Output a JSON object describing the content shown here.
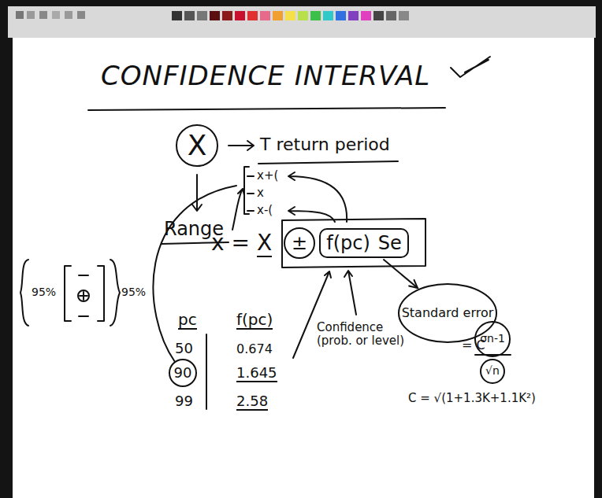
{
  "diagram": {
    "title": "CONFIDENCE INTERVAL",
    "nodes": [
      {
        "text": [
          "X"
        ]
      },
      {
        "text": [
          "f(pc)",
          "Se"
        ]
      },
      {
        "text": [
          "Standard error"
        ]
      },
      {
        "text": [
          "90"
        ]
      },
      {
        "text": [
          "±"
        ]
      },
      {
        "text": [
          "σn-1"
        ]
      },
      {
        "text": [
          "√n"
        ]
      }
    ],
    "edges": [
      {
        "from": 1,
        "to": 2,
        "arrow": "to"
      }
    ],
    "labels": [
      "T return period",
      "Range",
      "x+(",
      "x",
      "x-(",
      "x =",
      "X",
      "Confidence (prob. or level)",
      "= C",
      "C = √(1+1.3K+1.1K²)",
      "pc",
      "f(pc)",
      "50",
      "0.674",
      "1.645",
      "99",
      "2.58",
      "95%",
      "95%"
    ]
  }
}
